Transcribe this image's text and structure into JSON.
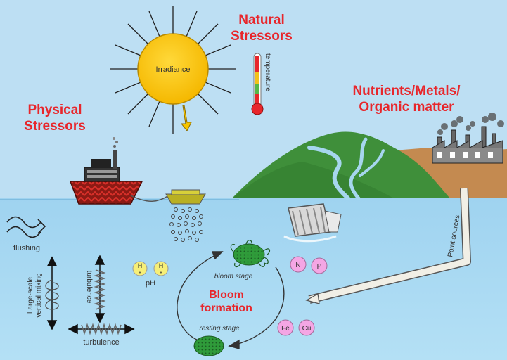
{
  "colors": {
    "sky": "#b9dcf2",
    "water": "#a9d8f2",
    "sun": "#fcc810",
    "heading_red": "#e8262b",
    "hill_green": "#3f8f3a",
    "stream_blue": "#a6d6ee",
    "land_brown": "#c48a50",
    "cell_green": "#2f9b3a",
    "nutrient_pink": "#f4a6e4"
  },
  "headings": {
    "natural_line1": "Natural",
    "natural_line2": "Stressors",
    "physical_line1": "Physical",
    "physical_line2": "Stressors",
    "nutrients_line1": "Nutrients/Metals/",
    "nutrients_line2": "Organic matter"
  },
  "labels": {
    "irradiance": "Irradiance",
    "temperature": "temperature",
    "flushing": "flushing",
    "vertical_mixing_line1": "Large-scale",
    "vertical_mixing_line2": "vertical mixing",
    "turbulence_vertical": "turbulence",
    "turbulence_horizontal": "turbulence",
    "ph": "pH",
    "h_plus": "H",
    "point_sources": "Point sources"
  },
  "cycle": {
    "bloom_stage": "bloom stage",
    "resting_stage": "resting stage",
    "title_line1": "Bloom",
    "title_line2": "formation"
  },
  "nutrients": [
    "N",
    "P",
    "Fe",
    "Cu"
  ],
  "icons": [
    "sun-icon",
    "thermometer-icon",
    "ship-icon",
    "buoy-icon",
    "factory-icon",
    "dam-icon",
    "cell-icon",
    "cyst-icon",
    "wave-icon"
  ]
}
